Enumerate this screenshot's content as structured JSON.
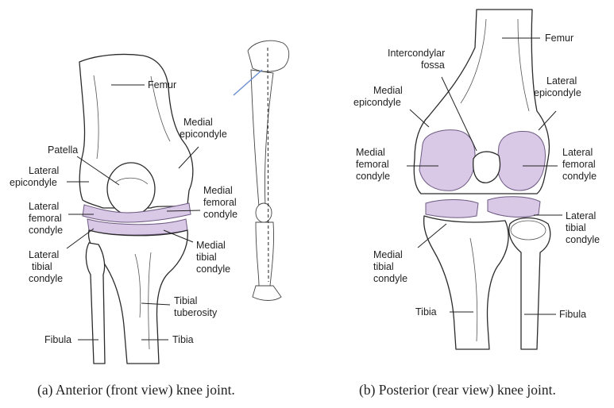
{
  "anterior": {
    "labels": {
      "femur": "Femur",
      "medial_epicondyle": [
        "Medial",
        "epicondyle"
      ],
      "patella": "Patella",
      "lateral_epicondyle": [
        "Lateral",
        "epicondyle"
      ],
      "medial_femoral_condyle": [
        "Medial",
        "femoral",
        "condyle"
      ],
      "lateral_femoral_condyle": [
        "Lateral",
        "femoral",
        "condyle"
      ],
      "medial_tibial_condyle": [
        "Medial",
        "tibial",
        "condyle"
      ],
      "lateral_tibial_condyle": [
        "Lateral",
        "tibial",
        "condyle"
      ],
      "tibial_tuberosity": [
        "Tibial",
        "tuberosity"
      ],
      "fibula": "Fibula",
      "tibia": "Tibia"
    },
    "caption": "(a) Anterior (front view) knee joint."
  },
  "posterior": {
    "labels": {
      "femur": "Femur",
      "intercondylar_fossa": [
        "Intercondylar",
        "fossa"
      ],
      "medial_epicondyle": [
        "Medial",
        "epicondyle"
      ],
      "lateral_epicondyle": [
        "Lateral",
        "epicondyle"
      ],
      "medial_femoral_condyle": [
        "Medial",
        "femoral",
        "condyle"
      ],
      "lateral_femoral_condyle": [
        "Lateral",
        "femoral",
        "condyle"
      ],
      "lateral_tibial_condyle": [
        "Lateral",
        "tibial",
        "condyle"
      ],
      "medial_tibial_condyle": [
        "Medial",
        "tibial",
        "condyle"
      ],
      "tibia": "Tibia",
      "fibula": "Fibula"
    },
    "caption": "(b) Posterior (rear view) knee joint."
  },
  "colors": {
    "cartilage": "#d9c9e6",
    "line": "#2b2b2b",
    "locator_line": "#6a8fd0"
  }
}
